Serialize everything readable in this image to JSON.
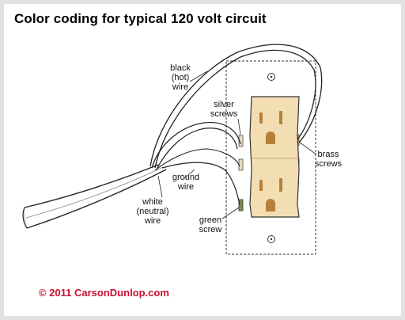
{
  "title": "Color coding for typical 120 volt circuit",
  "labels": {
    "black_wire": [
      "black",
      "(hot)",
      "wire"
    ],
    "silver_screws": [
      "silver",
      "screws"
    ],
    "brass_screws": [
      "brass",
      "screws"
    ],
    "ground_wire": [
      "ground",
      "wire"
    ],
    "white_wire": [
      "white",
      "(neutral)",
      "wire"
    ],
    "green_screw": [
      "green",
      "screw"
    ]
  },
  "copyright": "© 2011 CarsonDunlop.com",
  "colors": {
    "receptacle_body": "#f2deb2",
    "receptacle_slot": "#b77f37",
    "wire_outline": "#222222",
    "copyright": "#c8102e"
  }
}
